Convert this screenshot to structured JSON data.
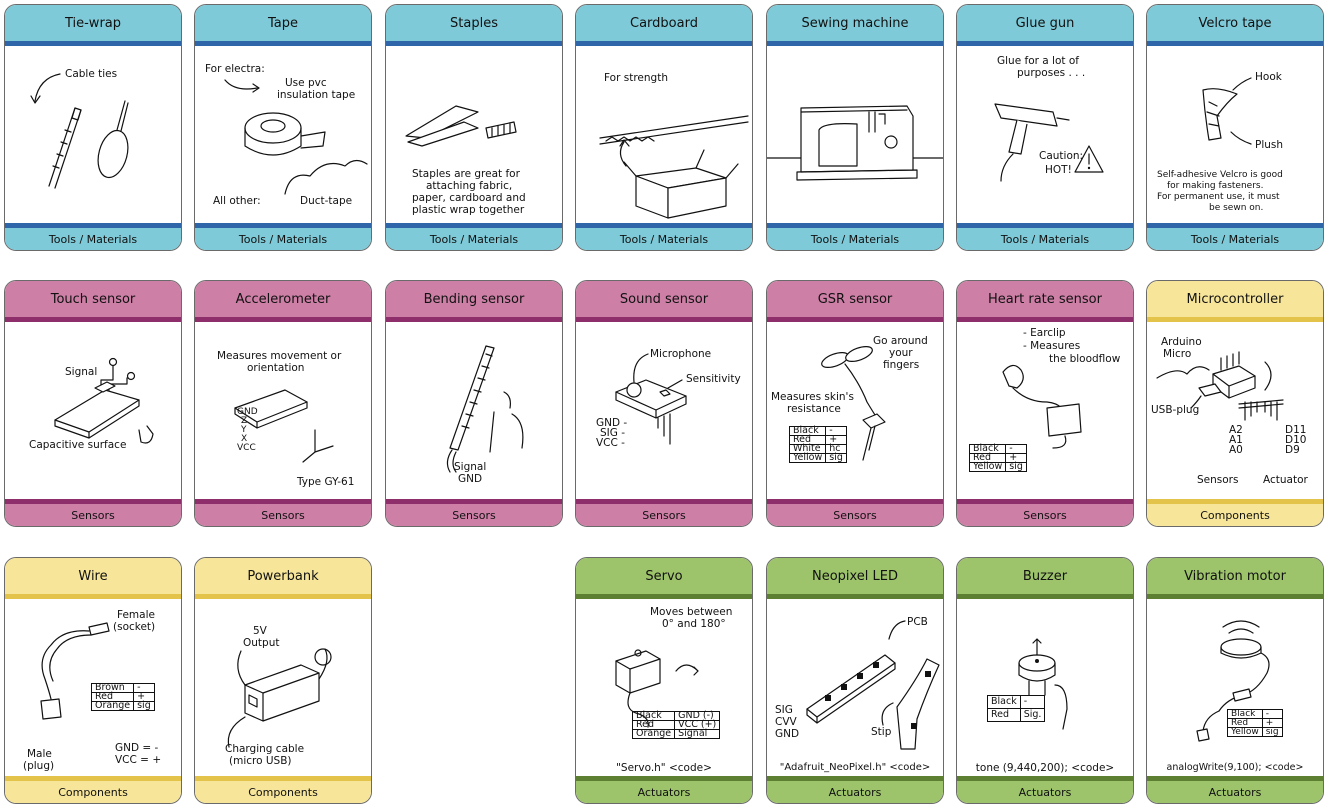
{
  "categories": {
    "tools": "Tools / Materials",
    "sensors": "Sensors",
    "components": "Components",
    "actuators": "Actuators"
  },
  "cards": {
    "tie_wrap": {
      "title": "Tie-wrap",
      "notes": [
        "Cable ties"
      ]
    },
    "tape": {
      "title": "Tape",
      "notes": [
        "For electra:",
        "Use pvc",
        "insulation tape",
        "All other:",
        "Duct-tape"
      ]
    },
    "staples": {
      "title": "Staples",
      "notes": [
        "Staples are great for",
        "attaching fabric,",
        "paper, cardboard and",
        "plastic wrap together"
      ]
    },
    "cardboard": {
      "title": "Cardboard",
      "notes": [
        "For strength"
      ]
    },
    "sewing": {
      "title": "Sewing machine",
      "notes": []
    },
    "glue": {
      "title": "Glue gun",
      "notes": [
        "Glue for a lot of",
        "purposes . . .",
        "Caution:",
        "HOT!"
      ]
    },
    "velcro": {
      "title": "Velcro tape",
      "notes": [
        "Hook",
        "Plush",
        "Self-adhesive Velcro is good",
        "for making fasteners.",
        "For permanent use, it must",
        "be sewn on."
      ]
    },
    "touch": {
      "title": "Touch sensor",
      "notes": [
        "Signal",
        "Capacitive surface"
      ]
    },
    "accel": {
      "title": "Accelerometer",
      "notes": [
        "Measures movement or",
        "orientation",
        "Type GY-61"
      ],
      "pins": [
        "GND",
        "Z",
        "Y",
        "X",
        "VCC"
      ]
    },
    "bend": {
      "title": "Bending sensor",
      "notes": [
        "Signal",
        "GND"
      ]
    },
    "sound": {
      "title": "Sound sensor",
      "notes": [
        "Microphone",
        "Sensitivity",
        "GND -",
        "SIG -",
        "VCC -"
      ]
    },
    "gsr": {
      "title": "GSR sensor",
      "notes": [
        "Go around",
        "your",
        "fingers",
        "Measures skin's",
        "resistance"
      ],
      "table": [
        [
          "Black",
          "-"
        ],
        [
          "Red",
          "+"
        ],
        [
          "White",
          "hc"
        ],
        [
          "Yellow",
          "sig"
        ]
      ]
    },
    "heart": {
      "title": "Heart rate sensor",
      "notes": [
        "- Earclip",
        "- Measures",
        "the bloodflow"
      ],
      "table": [
        [
          "Black",
          "-"
        ],
        [
          "Red",
          "+"
        ],
        [
          "Yellow",
          "sig"
        ]
      ]
    },
    "micro": {
      "title": "Microcontroller",
      "notes": [
        "Arduino",
        "Micro",
        "USB-plug",
        "A2",
        "A1",
        "A0",
        "D11",
        "D10",
        "D9",
        "Sensors",
        "Actuator"
      ]
    },
    "wire": {
      "title": "Wire",
      "notes": [
        "Female",
        "(socket)",
        "Male",
        "(plug)",
        "GND = -",
        "VCC = +"
      ],
      "table": [
        [
          "Brown",
          "-"
        ],
        [
          "Red",
          "+"
        ],
        [
          "Orange",
          "sig"
        ]
      ]
    },
    "powerbank": {
      "title": "Powerbank",
      "notes": [
        "5V",
        "Output",
        "Charging cable",
        "(micro USB)"
      ]
    },
    "servo": {
      "title": "Servo",
      "notes": [
        "Moves between",
        "0° and 180°"
      ],
      "code": "\"Servo.h\" <code>",
      "table": [
        [
          "Black",
          "GND (-)"
        ],
        [
          "Red",
          "VCC (+)"
        ],
        [
          "Orange",
          "Signal"
        ]
      ]
    },
    "neopixel": {
      "title": "Neopixel LED",
      "notes": [
        "PCB",
        "SIG",
        "CVV",
        "GND",
        "Stip"
      ],
      "code": "\"Adafruit_NeoPixel.h\" <code>"
    },
    "buzzer": {
      "title": "Buzzer",
      "notes": [],
      "code": "tone (9,440,200);    <code>",
      "table": [
        [
          "Black",
          "-"
        ],
        [
          "Red",
          "Sig."
        ]
      ]
    },
    "vibration": {
      "title": "Vibration motor",
      "notes": [],
      "code": "analogWrite(9,100);   <code>",
      "table": [
        [
          "Black",
          "-"
        ],
        [
          "Red",
          "+"
        ],
        [
          "Yellow",
          "sig"
        ]
      ]
    }
  }
}
